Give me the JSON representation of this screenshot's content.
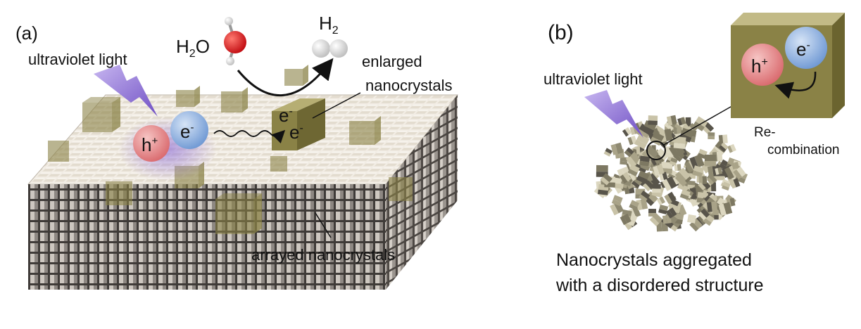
{
  "panel_a": {
    "label": "(a)",
    "uv_label": "ultraviolet light",
    "water_label": "H",
    "water_sub": "2",
    "water_o": "O",
    "hydrogen_label": "H",
    "hydrogen_sub": "2",
    "enlarged_line1": "enlarged",
    "enlarged_line2": "nanocrystals",
    "hole_label": "h",
    "hole_sup": "+",
    "electron_label": "e",
    "electron_sup": "-",
    "crystal_e1": "e",
    "crystal_e1_sup": "-",
    "crystal_e2": "e",
    "crystal_e2_sup": "-",
    "arrayed_label": "arrayed nanocrystals"
  },
  "panel_b": {
    "label": "(b)",
    "uv_label": "ultraviolet light",
    "hole_label": "h",
    "hole_sup": "+",
    "electron_label": "e",
    "electron_sup": "-",
    "recomb_line1": "Re-",
    "recomb_line2": "combination",
    "caption_line1": "Nanocrystals aggregated",
    "caption_line2": "with a disordered structure"
  },
  "colors": {
    "grid_light": "#ece6dc",
    "grid_dark": "#6f6a66",
    "crystal": "#8a8246",
    "hole": "#e5898b",
    "electron": "#8fb1df",
    "uv": "#8b6bd2",
    "oxygen": "#e0141b",
    "hydrogen": "#e9e9e9"
  }
}
